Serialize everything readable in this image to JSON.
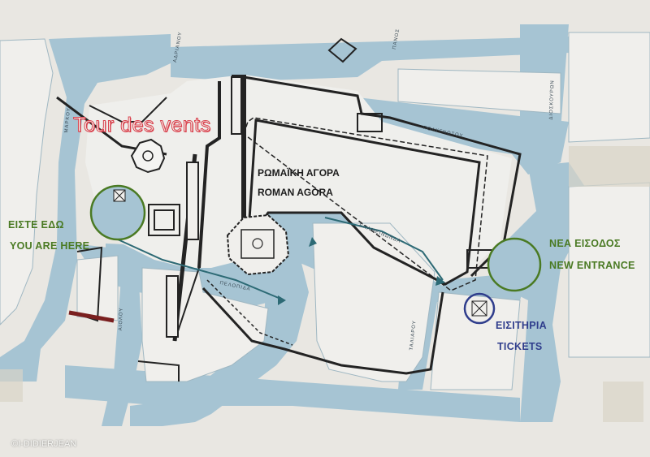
{
  "labels": {
    "tower_of_winds": "Tour des vents",
    "roman_agora_greek": "ΡΩΜΑΪΚΗ ΑΓΟΡΑ",
    "roman_agora": "ROMAN AGORA",
    "you_are_here_greek": "ΕΙΣΤΕ ΕΔΩ",
    "you_are_here": "YOU ARE HERE",
    "new_entrance_greek": "ΝΕΑ ΕΙΣΟΔΟΣ",
    "new_entrance": "NEW ENTRANCE",
    "tickets_greek": "ΕΙΣΙΤΗΡΙΑ",
    "tickets": "TICKETS",
    "credit": "©I-DIDIERJEAN"
  },
  "streets": {
    "polygnotou": "ΠΟΛΥΓΝΩΤΟΥ",
    "dioskouron": "ΔΙΟΣΚΟΥΡΩΝ",
    "epameinonda": "ΕΠΑΜΕΙΝΩΝΔΑ",
    "peloponnida": "ΠΕΛΟΠΙΔΑ",
    "aiolou": "ΑΙΟΛΟΥ",
    "markou": "ΜΑΡΚΟΥ",
    "taliarou": "ΤΑΛΙΑΡΟΥ",
    "adrianou": "ΑΔΡΙΑΝΟΥ",
    "panou": "ΠΑΝΟΣ"
  },
  "colors": {
    "street": "#a6c4d3",
    "street_dark": "#7faac0",
    "paper": "#e9e7e2",
    "block": "#efefec",
    "wall": "#232323",
    "wall_teal": "#2d6a75",
    "you_are_here": "#4a7a23",
    "tickets": "#2f3d8c",
    "tower_label": "#d9434f"
  }
}
